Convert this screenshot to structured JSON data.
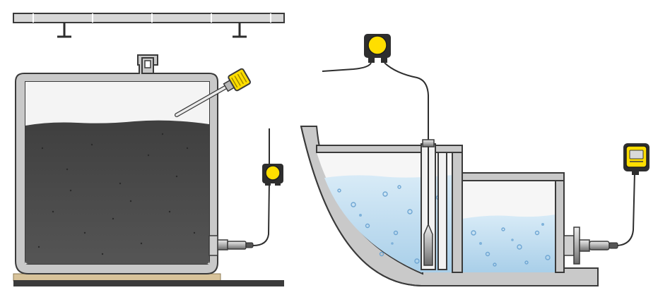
{
  "scene": {
    "left_panel": {
      "name": "solids-silo-installation",
      "fill_level": 0.75,
      "colors": {
        "tank_wall": "#c9c9c9",
        "tank_outline": "#3a3a3a",
        "bulk_material": "#4a4a4a",
        "ground_board": "#d8c39a",
        "ground_base": "#3b3b3b"
      },
      "icons": [
        "ceiling-beam-icon",
        "angled-rod-probe-icon",
        "wall-pressure-sensor-icon",
        "field-housing-icon"
      ]
    },
    "right_panel": {
      "name": "water-basin-installation",
      "colors": {
        "basin_wall": "#c9c9c9",
        "water": "#bfdcef",
        "bubbles": "#6fa6d3",
        "sensor_yellow": "#ffde00",
        "housing_dark": "#2e2e2e"
      },
      "icons": [
        "hanging-pressure-transmitter-icon",
        "stilling-well-icon",
        "flanged-pressure-sensor-icon",
        "display-housing-icon"
      ]
    }
  }
}
